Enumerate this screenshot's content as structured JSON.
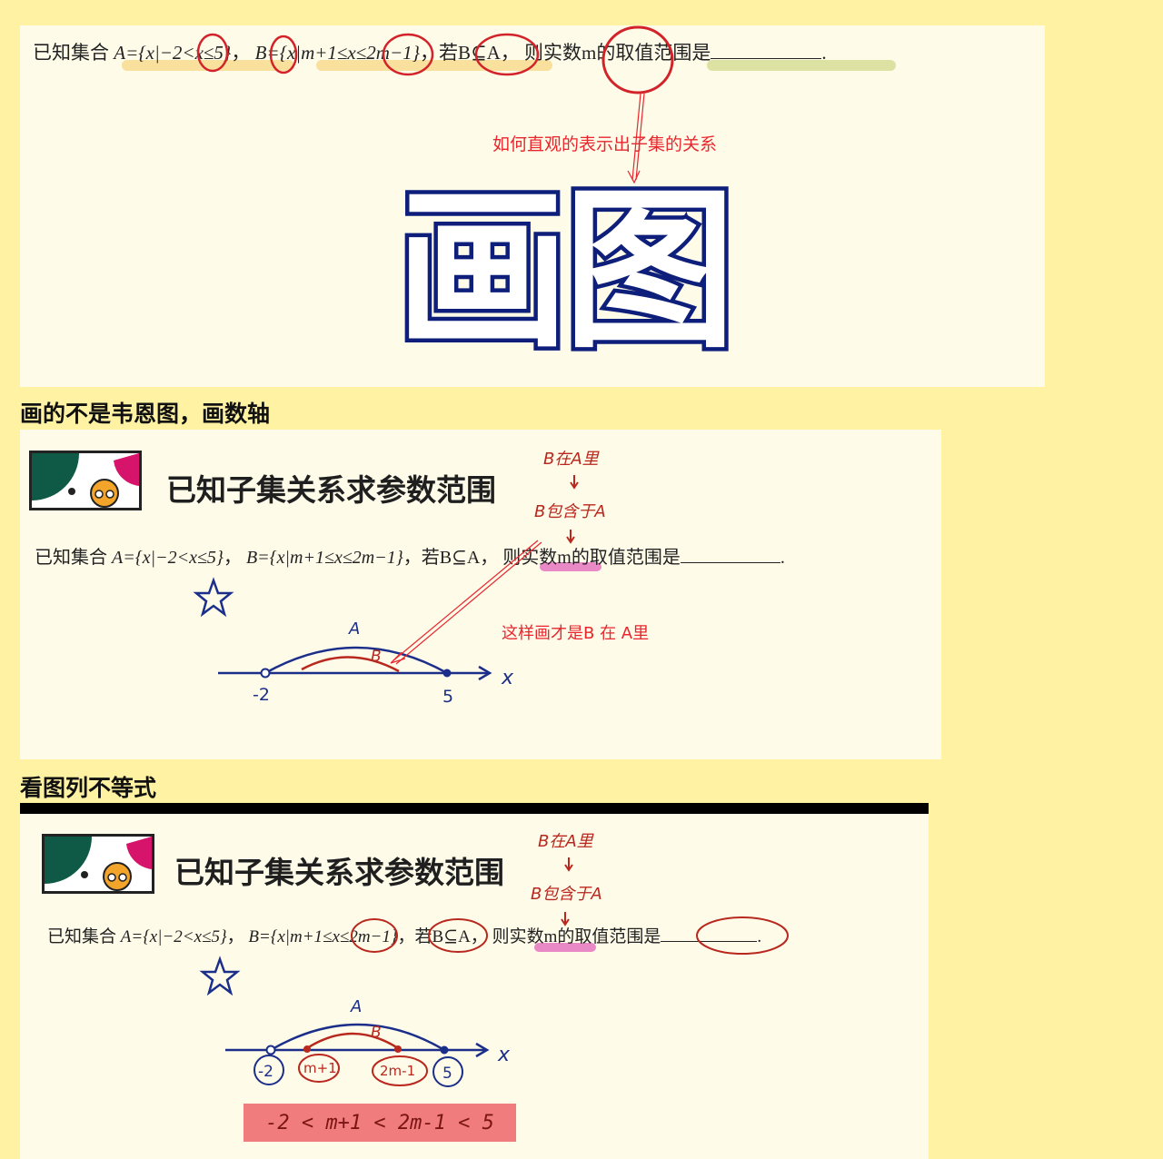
{
  "panel1": {
    "question": {
      "intro": "已知集合",
      "set_a": "A={x|−2<x≤5}",
      "sep": "，",
      "set_b": "B={x|m+1≤x≤2m−1}",
      "cond": "，若B⊆A，",
      "ask": "则实数m的取值范围是",
      "end": "."
    },
    "annotation": "如何直观的表示出子集的关系",
    "big_text": "画图"
  },
  "heading1": "画的不是韦恩图，画数轴",
  "panel2": {
    "title": "已知子集关系求参数范围",
    "hand_notes": [
      "B在A里",
      "B包含于A"
    ],
    "question": {
      "intro": "已知集合",
      "set_a": "A={x|−2<x≤5}",
      "sep": "，",
      "set_b": "B={x|m+1≤x≤2m−1}",
      "cond": "，若B⊆A，",
      "ask": "则实数m的取值范围是",
      "end": "."
    },
    "annotation": "这样画才是B 在 A里",
    "numberline": {
      "label_a": "A",
      "label_b": "B",
      "axis": "x",
      "left": "-2",
      "right": "5"
    }
  },
  "heading2": "看图列不等式",
  "panel3": {
    "title": "已知子集关系求参数范围",
    "hand_notes": [
      "B在A里",
      "B包含于A"
    ],
    "question": {
      "intro": "已知集合",
      "set_a": "A={x|−2<x≤5}",
      "sep": "，",
      "set_b": "B={x|m+1≤x≤2m−1}",
      "cond": "，若B⊆A，",
      "ask": "则实数m的取值范围是",
      "end": "."
    },
    "numberline": {
      "label_a": "A",
      "label_b": "B",
      "axis": "x",
      "left": "-2",
      "p1": "m+1",
      "p2": "2m-1",
      "right": "5"
    },
    "inequality": "-2 < m+1 < 2m-1 < 5"
  },
  "colors": {
    "page_bg": "#fff3a3",
    "panel_bg": "#fefbe9",
    "navy": "#0d1f7a",
    "red": "#e8262e",
    "pink": "#e98ac6",
    "highlight_yellow": "#f7d98a",
    "highlight_green": "#d6dd94"
  },
  "icons": [
    "star-icon",
    "logo-icon"
  ]
}
